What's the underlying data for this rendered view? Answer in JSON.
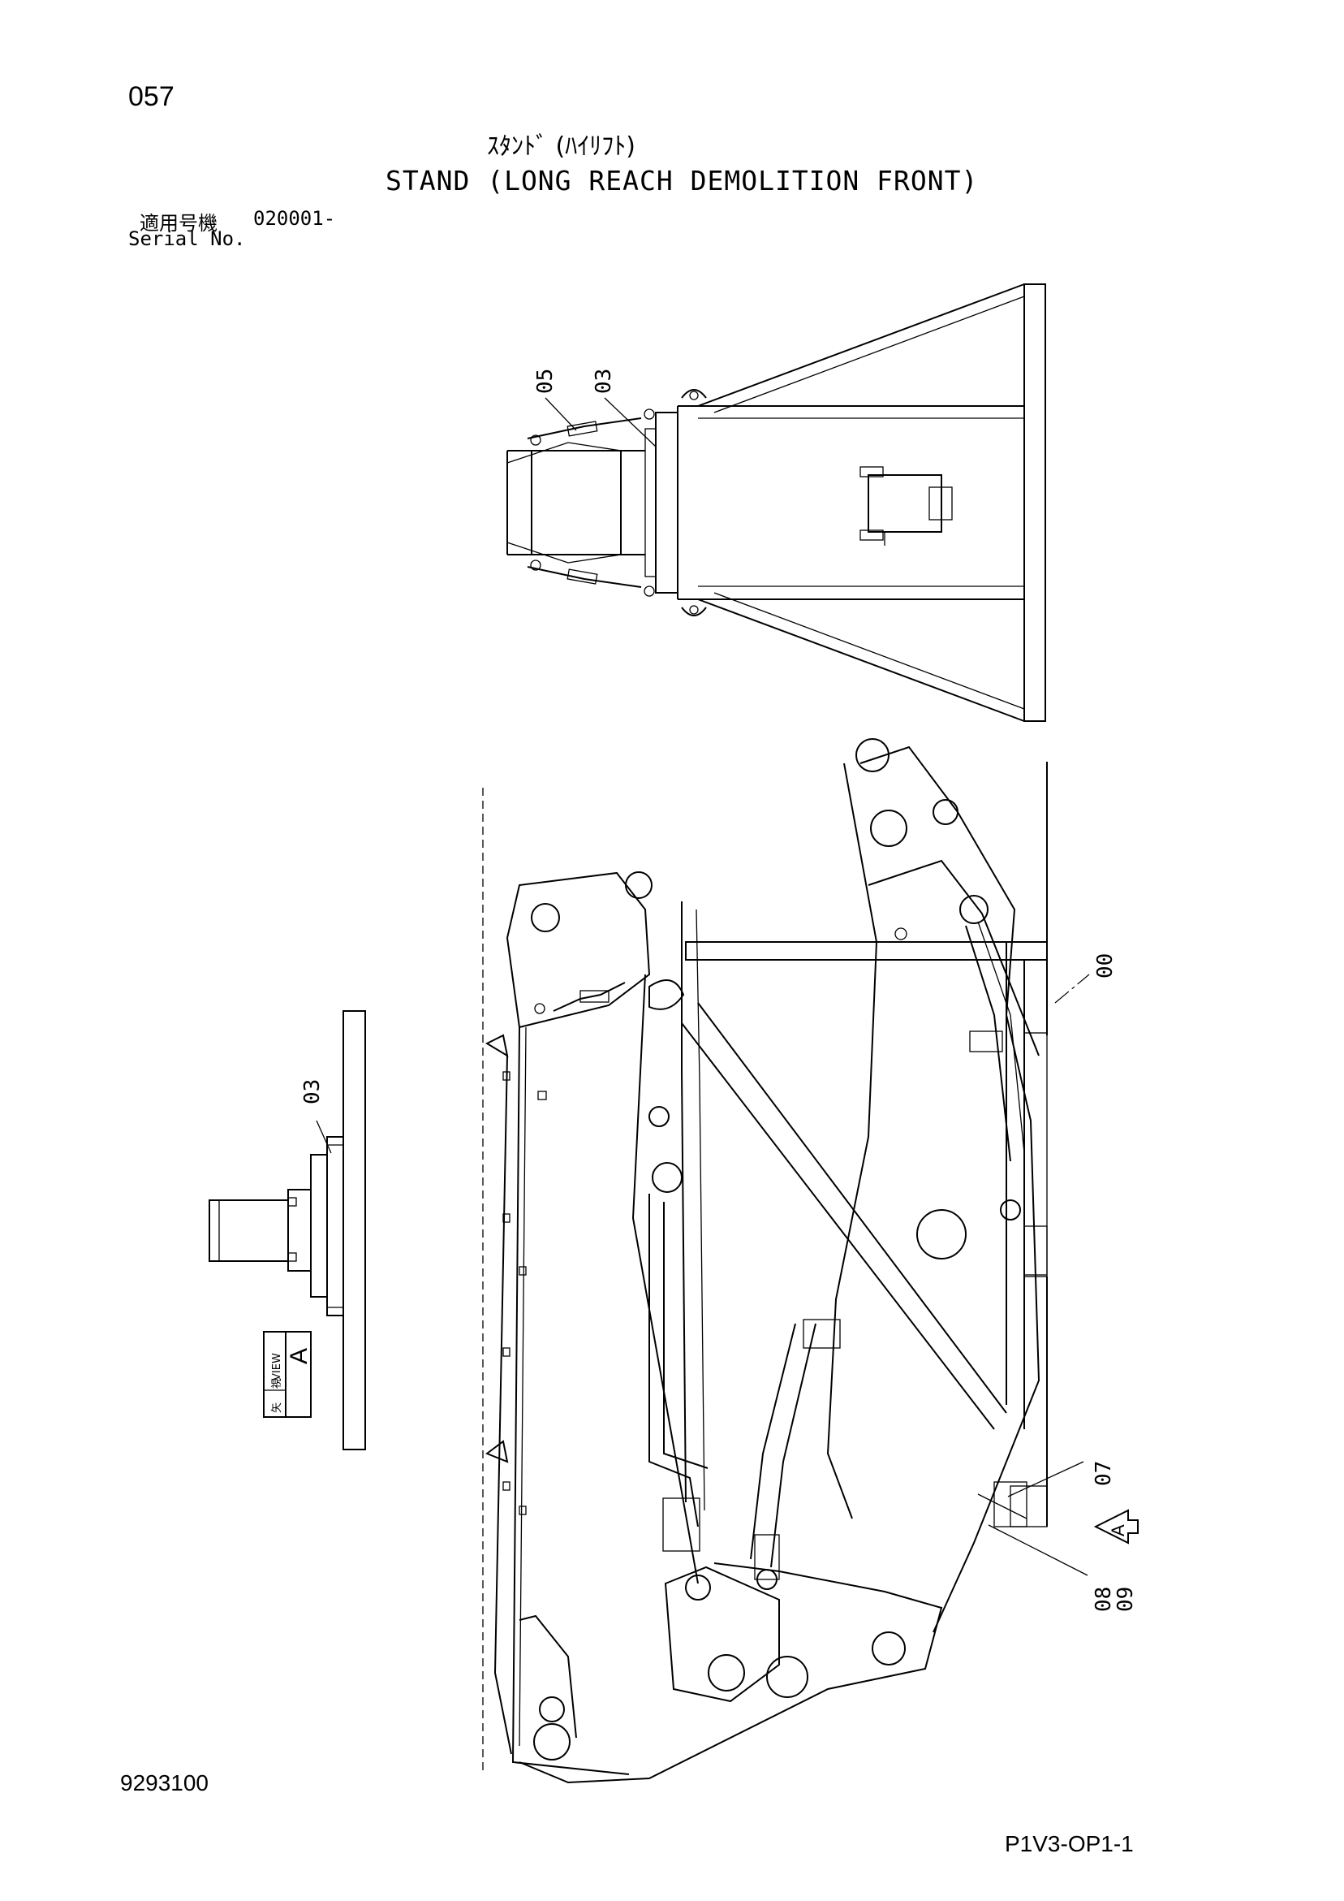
{
  "header": {
    "page_number": "057",
    "title_jp": "ｽﾀﾝﾄﾞ (ﾊｲﾘﾌﾄ)",
    "title_en": "STAND (LONG REACH DEMOLITION FRONT)",
    "serial_label_jp": "適用号機",
    "serial_value": "020001-",
    "serial_label_en": "Serial No."
  },
  "callouts": {
    "top_05": "05",
    "top_03": "03",
    "view_03": "03",
    "stand_00": "00",
    "stand_07": "07",
    "stand_08": "08",
    "stand_09": "09"
  },
  "view_labels": {
    "view_box_jp_1": "矢",
    "view_box_jp_2": "視",
    "view_box_en": "VIEW",
    "view_box_letter": "A",
    "arrow_letter": "A"
  },
  "footer": {
    "doc_number": "9293100",
    "sheet_code": "P1V3-OP1-1"
  }
}
